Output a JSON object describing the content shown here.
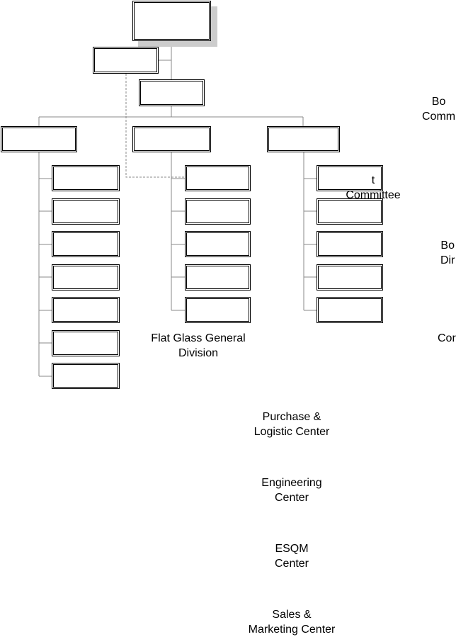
{
  "labels": {
    "board_committee": "Bo\nComm",
    "audit_committee": "t\nCommittee",
    "board_directors": "Bo\nDir",
    "corporate": "Cor",
    "flat_glass_division": "Flat Glass General\nDivision",
    "purchase_logistic": "Purchase &\nLogistic Center",
    "engineering": "Engineering\nCenter",
    "esqm": "ESQM\nCenter",
    "sales_marketing": "Sales &\nMarketing Center"
  },
  "colors": {
    "line": "#888888",
    "box_border": "#000000",
    "shadow": "#cccccc"
  }
}
